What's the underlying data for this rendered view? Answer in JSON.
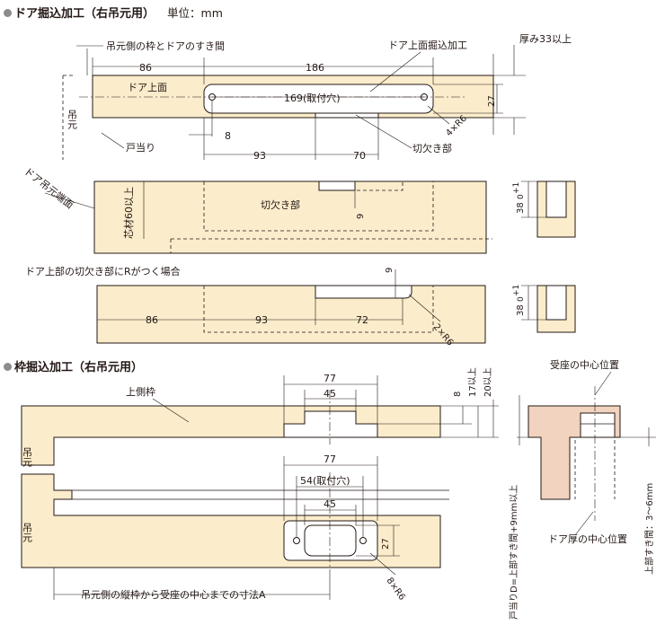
{
  "sections": {
    "door": {
      "title": "ドア掘込加工（右吊元用）",
      "unit": "単位：mm"
    },
    "frame": {
      "title": "枠掘込加工（右吊元用）"
    }
  },
  "door_top": {
    "gap_label": "吊元側の枠とドアのすき間",
    "surface_label": "ドア上面掘込加工",
    "thickness_label": "厚み33以上",
    "face_label": "ドア上面",
    "hinge_side": "吊元",
    "stop_label": "戸当り",
    "cutout_label": "切欠き部",
    "d86": "86",
    "d186": "186",
    "d169": "169(取付穴)",
    "d27": "27",
    "d8": "8",
    "d93": "93",
    "d70": "70",
    "r4": "4×R6"
  },
  "door_end": {
    "end_label": "ドア吊元端面",
    "core_label": "芯材60以上",
    "cutout_label": "切欠き部",
    "d9": "9",
    "depth": "38",
    "tol": "0",
    "tol_plus": "+1"
  },
  "door_r": {
    "caption": "ドア上部の切欠き部にRがつく場合",
    "d9": "9",
    "d86": "86",
    "d93": "93",
    "d72": "72",
    "r2": "2×R6",
    "depth": "38",
    "tol": "0",
    "tol_plus": "+1"
  },
  "frame_top": {
    "label": "上側枠",
    "hinge_side": "吊元",
    "d77": "77",
    "d45": "45",
    "d8": "8",
    "d17": "17以上",
    "d20": "20以上"
  },
  "frame_plan": {
    "hinge_side": "吊元",
    "d77": "77",
    "d54": "54(取付穴)",
    "d45": "45",
    "d27": "27",
    "r8": "8×R6",
    "distance_label": "吊元側の縦枠から受座の中心までの寸法A"
  },
  "frame_side": {
    "receiver_center": "受座の中心位置",
    "gap_formula": "戸当りD=上部すき間+9mm以上",
    "door_center": "ドア厚の中心位置",
    "top_gap": "上部すき間：3〜6mm"
  }
}
